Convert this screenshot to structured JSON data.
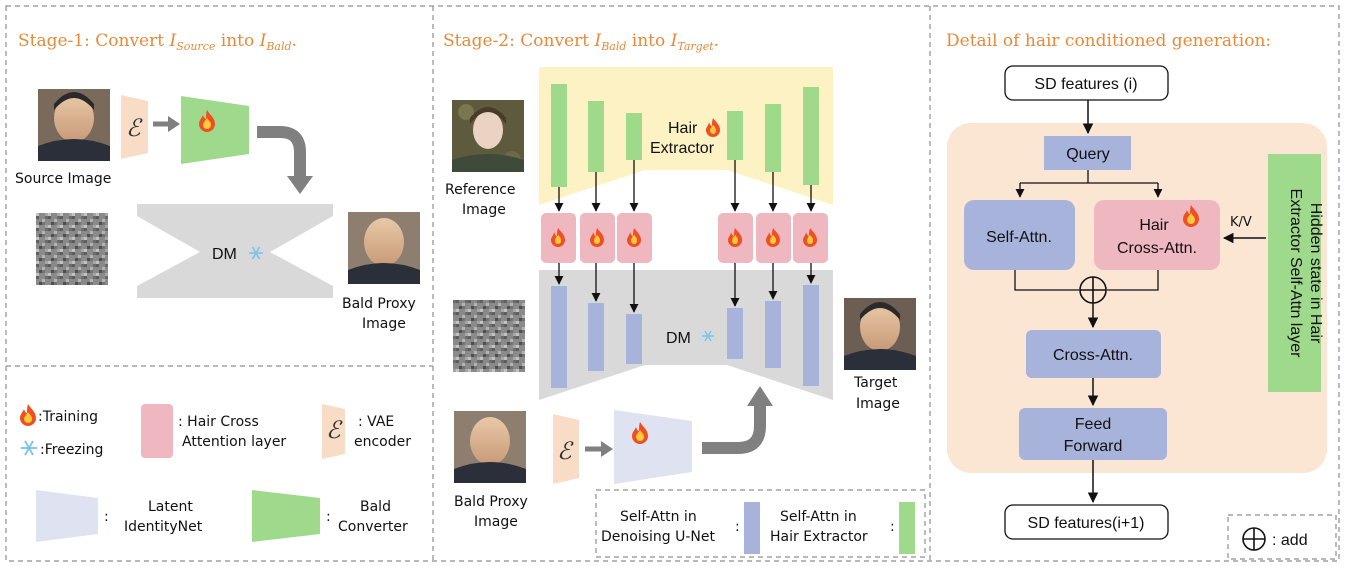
{
  "stage1": {
    "title_prefix": "Stage-1: Convert ",
    "title_var1": "I",
    "title_sub1": "Source",
    "title_mid": " into ",
    "title_var2": "I",
    "title_sub2": "Bald",
    "title_end": ".",
    "source_image_label": "Source Image",
    "dm_label": "DM",
    "bald_proxy_label_1": "Bald Proxy",
    "bald_proxy_label_2": "Image",
    "encoder_symbol": "ℰ"
  },
  "legend": {
    "training_label": ":Training",
    "freezing_label": ":Freezing",
    "hair_cross_1": ": Hair Cross",
    "hair_cross_2": "Attention layer",
    "vae_symbol": "ℰ",
    "vae_1": ": VAE",
    "vae_2": "encoder",
    "latent_1": "Latent",
    "latent_2": "IdentityNet",
    "latent_colon": ":",
    "bald_conv_1": "Bald",
    "bald_conv_2": "Converter",
    "bald_conv_colon": ":"
  },
  "stage2": {
    "title_prefix": "Stage-2: Convert ",
    "title_var1": "I",
    "title_sub1": "Bald",
    "title_mid": " into ",
    "title_var2": "I",
    "title_sub2": "Target",
    "title_end": ".",
    "ref_label_1": "Reference",
    "ref_label_2": "Image",
    "hair_extractor_1": "Hair",
    "hair_extractor_2": "Extractor",
    "dm_label": "DM",
    "target_label_1": "Target",
    "target_label_2": "Image",
    "bald_proxy_label_1": "Bald Proxy",
    "bald_proxy_label_2": "Image",
    "encoder_symbol": "ℰ",
    "sa_unet_1": "Self-Attn in",
    "sa_unet_2": "Denoising U-Net",
    "sa_unet_colon": ":",
    "sa_hair_1": "Self-Attn in",
    "sa_hair_2": "Hair Extractor",
    "sa_hair_colon": ":"
  },
  "detail": {
    "title": "Detail of hair conditioned generation:",
    "sd_in": "SD features (i)",
    "query": "Query",
    "self_attn": "Self-Attn.",
    "hair_cross_1": "Hair",
    "hair_cross_2": "Cross-Attn.",
    "kv": "K/V",
    "hidden_1": "Hidden state in Hair",
    "hidden_2": "Extractor Self-Attn layer",
    "cross_attn": "Cross-Attn.",
    "ff_1": "Feed",
    "ff_2": "Forward",
    "sd_out": "SD features(i+1)",
    "add_label": ": add"
  },
  "colors": {
    "title": "#e8893a",
    "green": "#9fd98c",
    "pink": "#efb7bf",
    "blue": "#a8b3dc",
    "gray": "#d9d9d9",
    "yellow": "#fdf2c4",
    "peach": "#fbe5d3",
    "lavender": "#dfe2f0",
    "encoder": "#f9dcc5"
  }
}
